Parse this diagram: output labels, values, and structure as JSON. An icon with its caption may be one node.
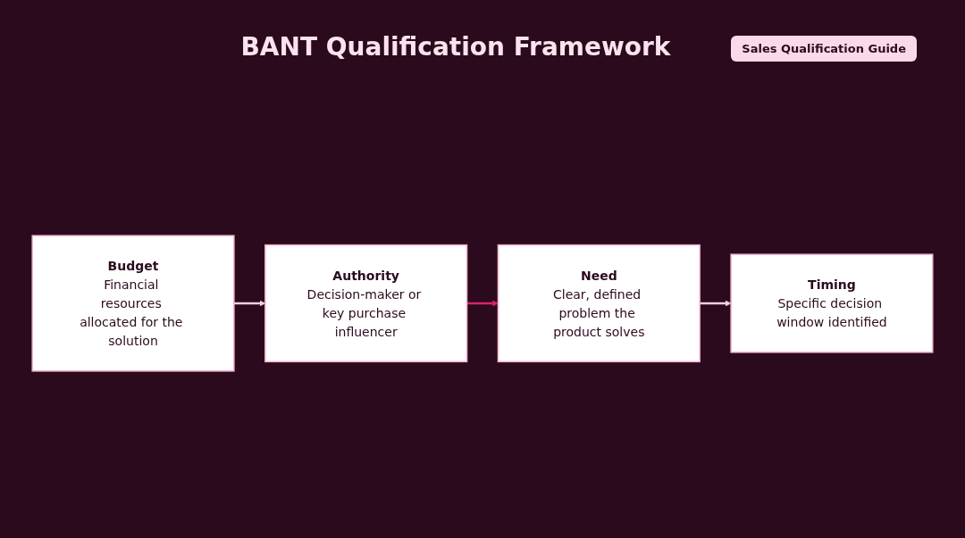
{
  "diagram": {
    "title": "BANT Qualification Framework",
    "nodes": [
      {
        "text": [
          "Budget",
          "Financial resources allocated for the solution"
        ]
      },
      {
        "text": [
          "Authority",
          "Decision-maker or key purchase influencer"
        ]
      },
      {
        "text": [
          "Need",
          "Clear, defined problem the product solves"
        ]
      },
      {
        "text": [
          "Timing",
          "Specific decision window identified"
        ]
      }
    ],
    "edges": [
      {
        "from": 0,
        "to": 1,
        "arrow": "to"
      },
      {
        "from": 1,
        "to": 2,
        "arrow": "to",
        "color": "#d6246e"
      },
      {
        "from": 2,
        "to": 3,
        "arrow": "to"
      }
    ],
    "labels": [
      "Sales Qualification Guide"
    ]
  }
}
